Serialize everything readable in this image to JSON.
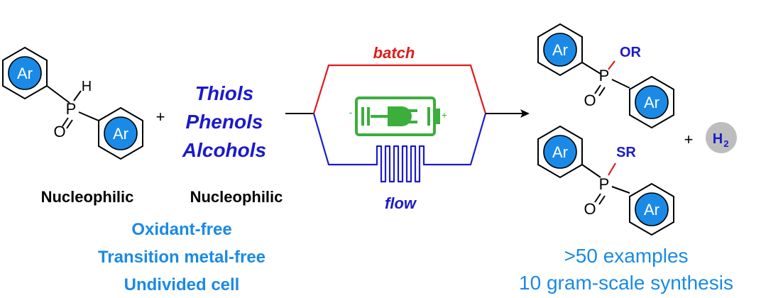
{
  "colors": {
    "ar_fill": "#1a8ae6",
    "nucleophile_text": "#1a1acc",
    "condition_text": "#1a8ae6",
    "batch": "#e01b1b",
    "flow": "#1a1acc",
    "battery": "#3cae3c",
    "h2_fill": "#bdbdbd",
    "bond_black": "#000000",
    "substituent": "#1a1acc",
    "o_bond": "#e01b1b",
    "s_bond": "#e01b1b"
  },
  "reactant": {
    "ring_label": "Ar",
    "p_label": "P",
    "h_label": "H",
    "o_label": "O",
    "caption": "Nucleophilic"
  },
  "plus_sign": "+",
  "nucleophiles": {
    "items": [
      "Thiols",
      "Phenols",
      "Alcohols"
    ],
    "caption": "Nucleophilic"
  },
  "conditions": [
    "Oxidant-free",
    "Transition metal-free",
    "Undivided cell"
  ],
  "reaction": {
    "batch_label": "batch",
    "flow_label": "flow",
    "battery_minus": "-",
    "battery_plus": "+"
  },
  "products": {
    "ring_label": "Ar",
    "p_label": "P",
    "o_label": "O",
    "or_label": "OR",
    "sr_label": "SR",
    "byproduct_plus": "+",
    "h2_letter": "H",
    "h2_sub": "2"
  },
  "summary": [
    ">50 examples",
    "10 gram-scale synthesis"
  ]
}
